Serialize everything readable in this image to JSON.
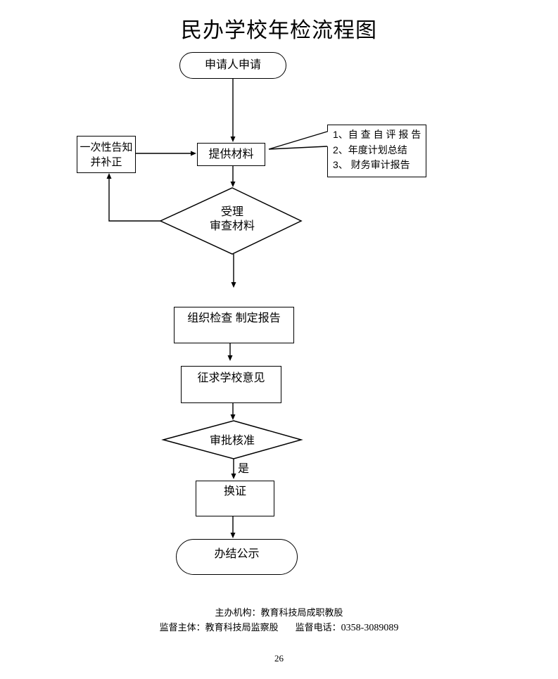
{
  "title": "民办学校年检流程图",
  "flow": {
    "start": "申请人申请",
    "provide": "提供材料",
    "notice_line1": "一次性告知",
    "notice_line2": "并补正",
    "materials_line1": "1、自 查 自 评 报 告",
    "materials_line2": "2、年度计划总结",
    "materials_line3": "3、 财务审计报告",
    "review_line1": "受理",
    "review_line2": "审查材料",
    "organize": "组织检查 制定报告",
    "consult": "征求学校意见",
    "approve": "审批核准",
    "yes": "是",
    "renew": "换证",
    "end": "办结公示"
  },
  "footer": {
    "host_label": "主办机构：教育科技局成职教股",
    "supervisor_label": "监督主体：教育科技局监察股",
    "phone_label": "监督电话：",
    "phone_number": "0358-3089089",
    "page_number": "26"
  },
  "colors": {
    "stroke": "#000000",
    "background": "#ffffff"
  }
}
